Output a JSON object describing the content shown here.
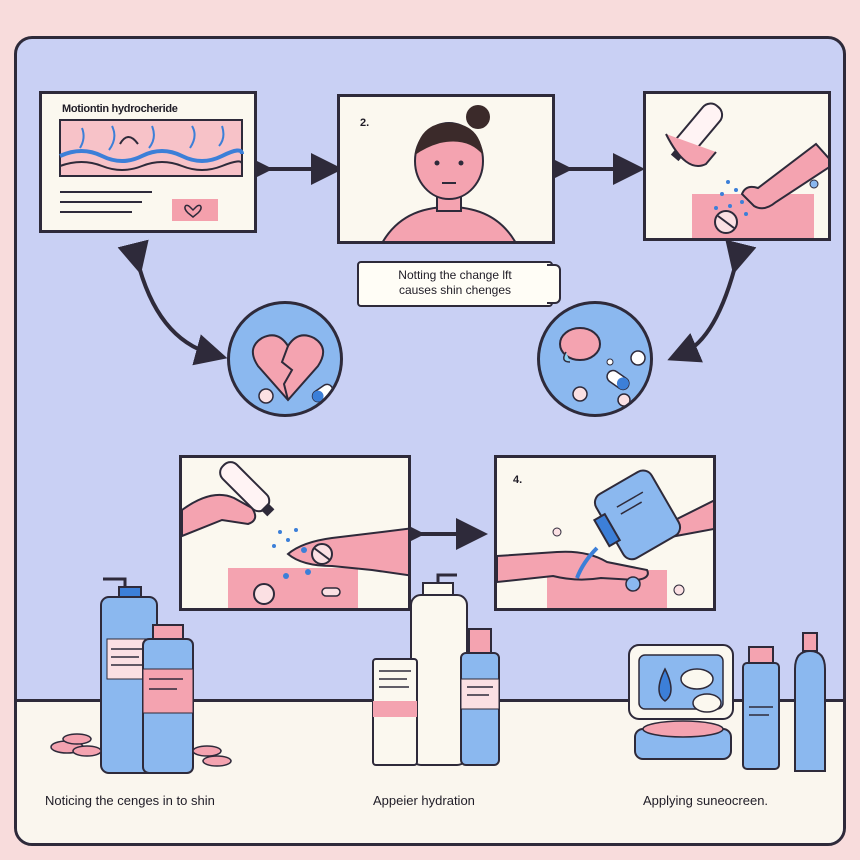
{
  "panels": {
    "top_left_title": "Motiontin hydrocheride",
    "top_middle_number": "2.",
    "bottom_right_number": "4."
  },
  "callout": {
    "line1": "Notting the change lft",
    "line2": "causes shin chenges"
  },
  "captions": {
    "left": "Noticing the cenges in to shin",
    "middle": "Appeier hydration",
    "right": "Applying suneocreen."
  }
}
